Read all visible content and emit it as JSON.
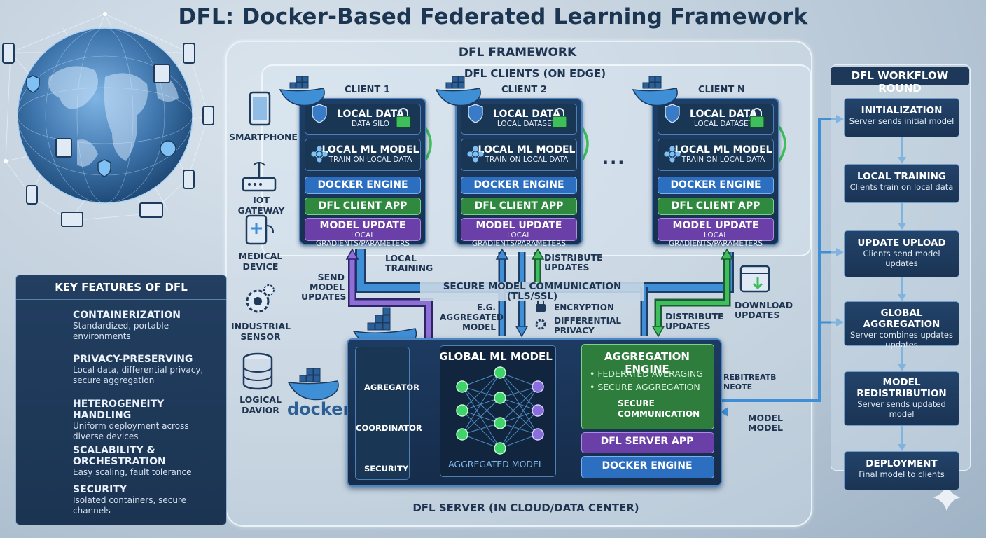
{
  "title": "DFL: Docker-Based Federated Learning Framework",
  "framework_label": "DFL FRAMEWORK",
  "clients_zone_label": "DFL CLIENTS (ON EDGE)",
  "ellipsis": "...",
  "clients": [
    {
      "name": "CLIENT 1",
      "data_title": "LOCAL DATA",
      "data_sub": "DATA SILO",
      "model_title": "LOCAL ML MODEL",
      "model_sub": "TRAIN ON LOCAL DATA",
      "engine": "DOCKER ENGINE",
      "app": "DFL CLIENT APP",
      "update_title": "MODEL UPDATE",
      "update_sub": "LOCAL GRADIENTS/PARAMETERS"
    },
    {
      "name": "CLIENT 2",
      "data_title": "LOCAL DATA",
      "data_sub": "LOCAL DATASET",
      "model_title": "LOCAL ML MODEL",
      "model_sub": "TRAIN ON LOCAL DATA",
      "engine": "DOCKER ENGINE",
      "app": "DFL CLIENT APP",
      "update_title": "MODEL UPDATE",
      "update_sub": "LOCAL GRADIENTS/PARAMETERS"
    },
    {
      "name": "CLIENT N",
      "data_title": "LOCAL DATA",
      "data_sub": "LOCAL DATASET",
      "model_title": "LOCAL ML MODEL",
      "model_sub": "TRAIN ON LOCAL DATA",
      "engine": "DOCKER ENGINE",
      "app": "DFL CLIENT APP",
      "update_title": "MODEL UPDATE",
      "update_sub": "LOCAL GRADIENTS/PARAMETERS"
    }
  ],
  "devices": [
    "SMARTPHONE",
    "IOT GATEWAY",
    "MEDICAL DEVICE",
    "INDUSTRIAL SENSOR",
    "LOGICAL DAVIOR"
  ],
  "docker_wordmark": "docker",
  "flow_labels": {
    "local_training": "LOCAL TRAINING",
    "distribute_updates_top": "DISTRIBUTE UPDATES",
    "secure_comm": "SECURE MODEL COMMUNICATION (TLS/SSL)",
    "send_model_updates": "SEND MODEL UPDATES",
    "eg_aggregated_model": "E.G. AGGREGATED MODEL",
    "encryption": "ENCRYPTION",
    "differential_privacy": "DIFFERENTIAL PRIVACY",
    "distribute_updates_bottom": "DISTRIBUTE UPDATES",
    "download_updates": "DOWNLOAD UPDATES",
    "garbled": "REBITREATB NEOTE",
    "model_model": "MODEL MODEL"
  },
  "server": {
    "zone_label": "DFL SERVER (IN CLOUD/DATA CENTER)",
    "side_items": [
      "AGREGATOR",
      "COORDINATOR",
      "SECURITY"
    ],
    "global_title": "GLOBAL ML MODEL",
    "global_sub": "AGGREGATED MODEL",
    "agg_title": "AGGREGATION ENGINE",
    "agg_items": [
      "• FEDERATED AVERAGING",
      "• SECURE AGGREGATION"
    ],
    "secure_comm": "SECURE COMMUNICATION",
    "app": "DFL SERVER APP",
    "engine": "DOCKER ENGINE"
  },
  "key_features": {
    "title": "KEY FEATURES OF DFL",
    "items": [
      {
        "title": "CONTAINERIZATION",
        "desc": "Standardized, portable environments",
        "icon": "container-icon"
      },
      {
        "title": "PRIVACY-PRESERVING",
        "desc": "Local data, differential privacy, secure aggregation",
        "icon": "lock-shield-icon"
      },
      {
        "title": "HETEROGENEITY HANDLING",
        "desc": "Uniform deployment across diverse devices",
        "icon": "network-icon"
      },
      {
        "title": "SCALABILITY & ORCHESTRATION",
        "desc": "Easy scaling, fault tolerance",
        "icon": "growth-chart-icon"
      },
      {
        "title": "SECURITY",
        "desc": "Isolated containers, secure channels",
        "icon": "shield-icon"
      }
    ]
  },
  "workflow": {
    "title": "DFL WORKFLOW ROUND",
    "steps": [
      {
        "title": "INITIALIZATION",
        "desc": "Server sends initial model"
      },
      {
        "title": "LOCAL TRAINING",
        "desc": "Clients train on local data"
      },
      {
        "title": "UPDATE UPLOAD",
        "desc": "Clients send model updates"
      },
      {
        "title": "GLOBAL AGGREGATION",
        "desc": "Server combines updates updates"
      },
      {
        "title": "MODEL REDISTRIBUTION",
        "desc": "Server sends updated model"
      },
      {
        "title": "DEPLOYMENT",
        "desc": "Final model to clients"
      }
    ]
  },
  "colors": {
    "blue_arrow": "#3f8fd6",
    "green_arrow": "#3fbf5c",
    "purple_arrow": "#8d6fd6",
    "card_border": "#4a87c4"
  }
}
